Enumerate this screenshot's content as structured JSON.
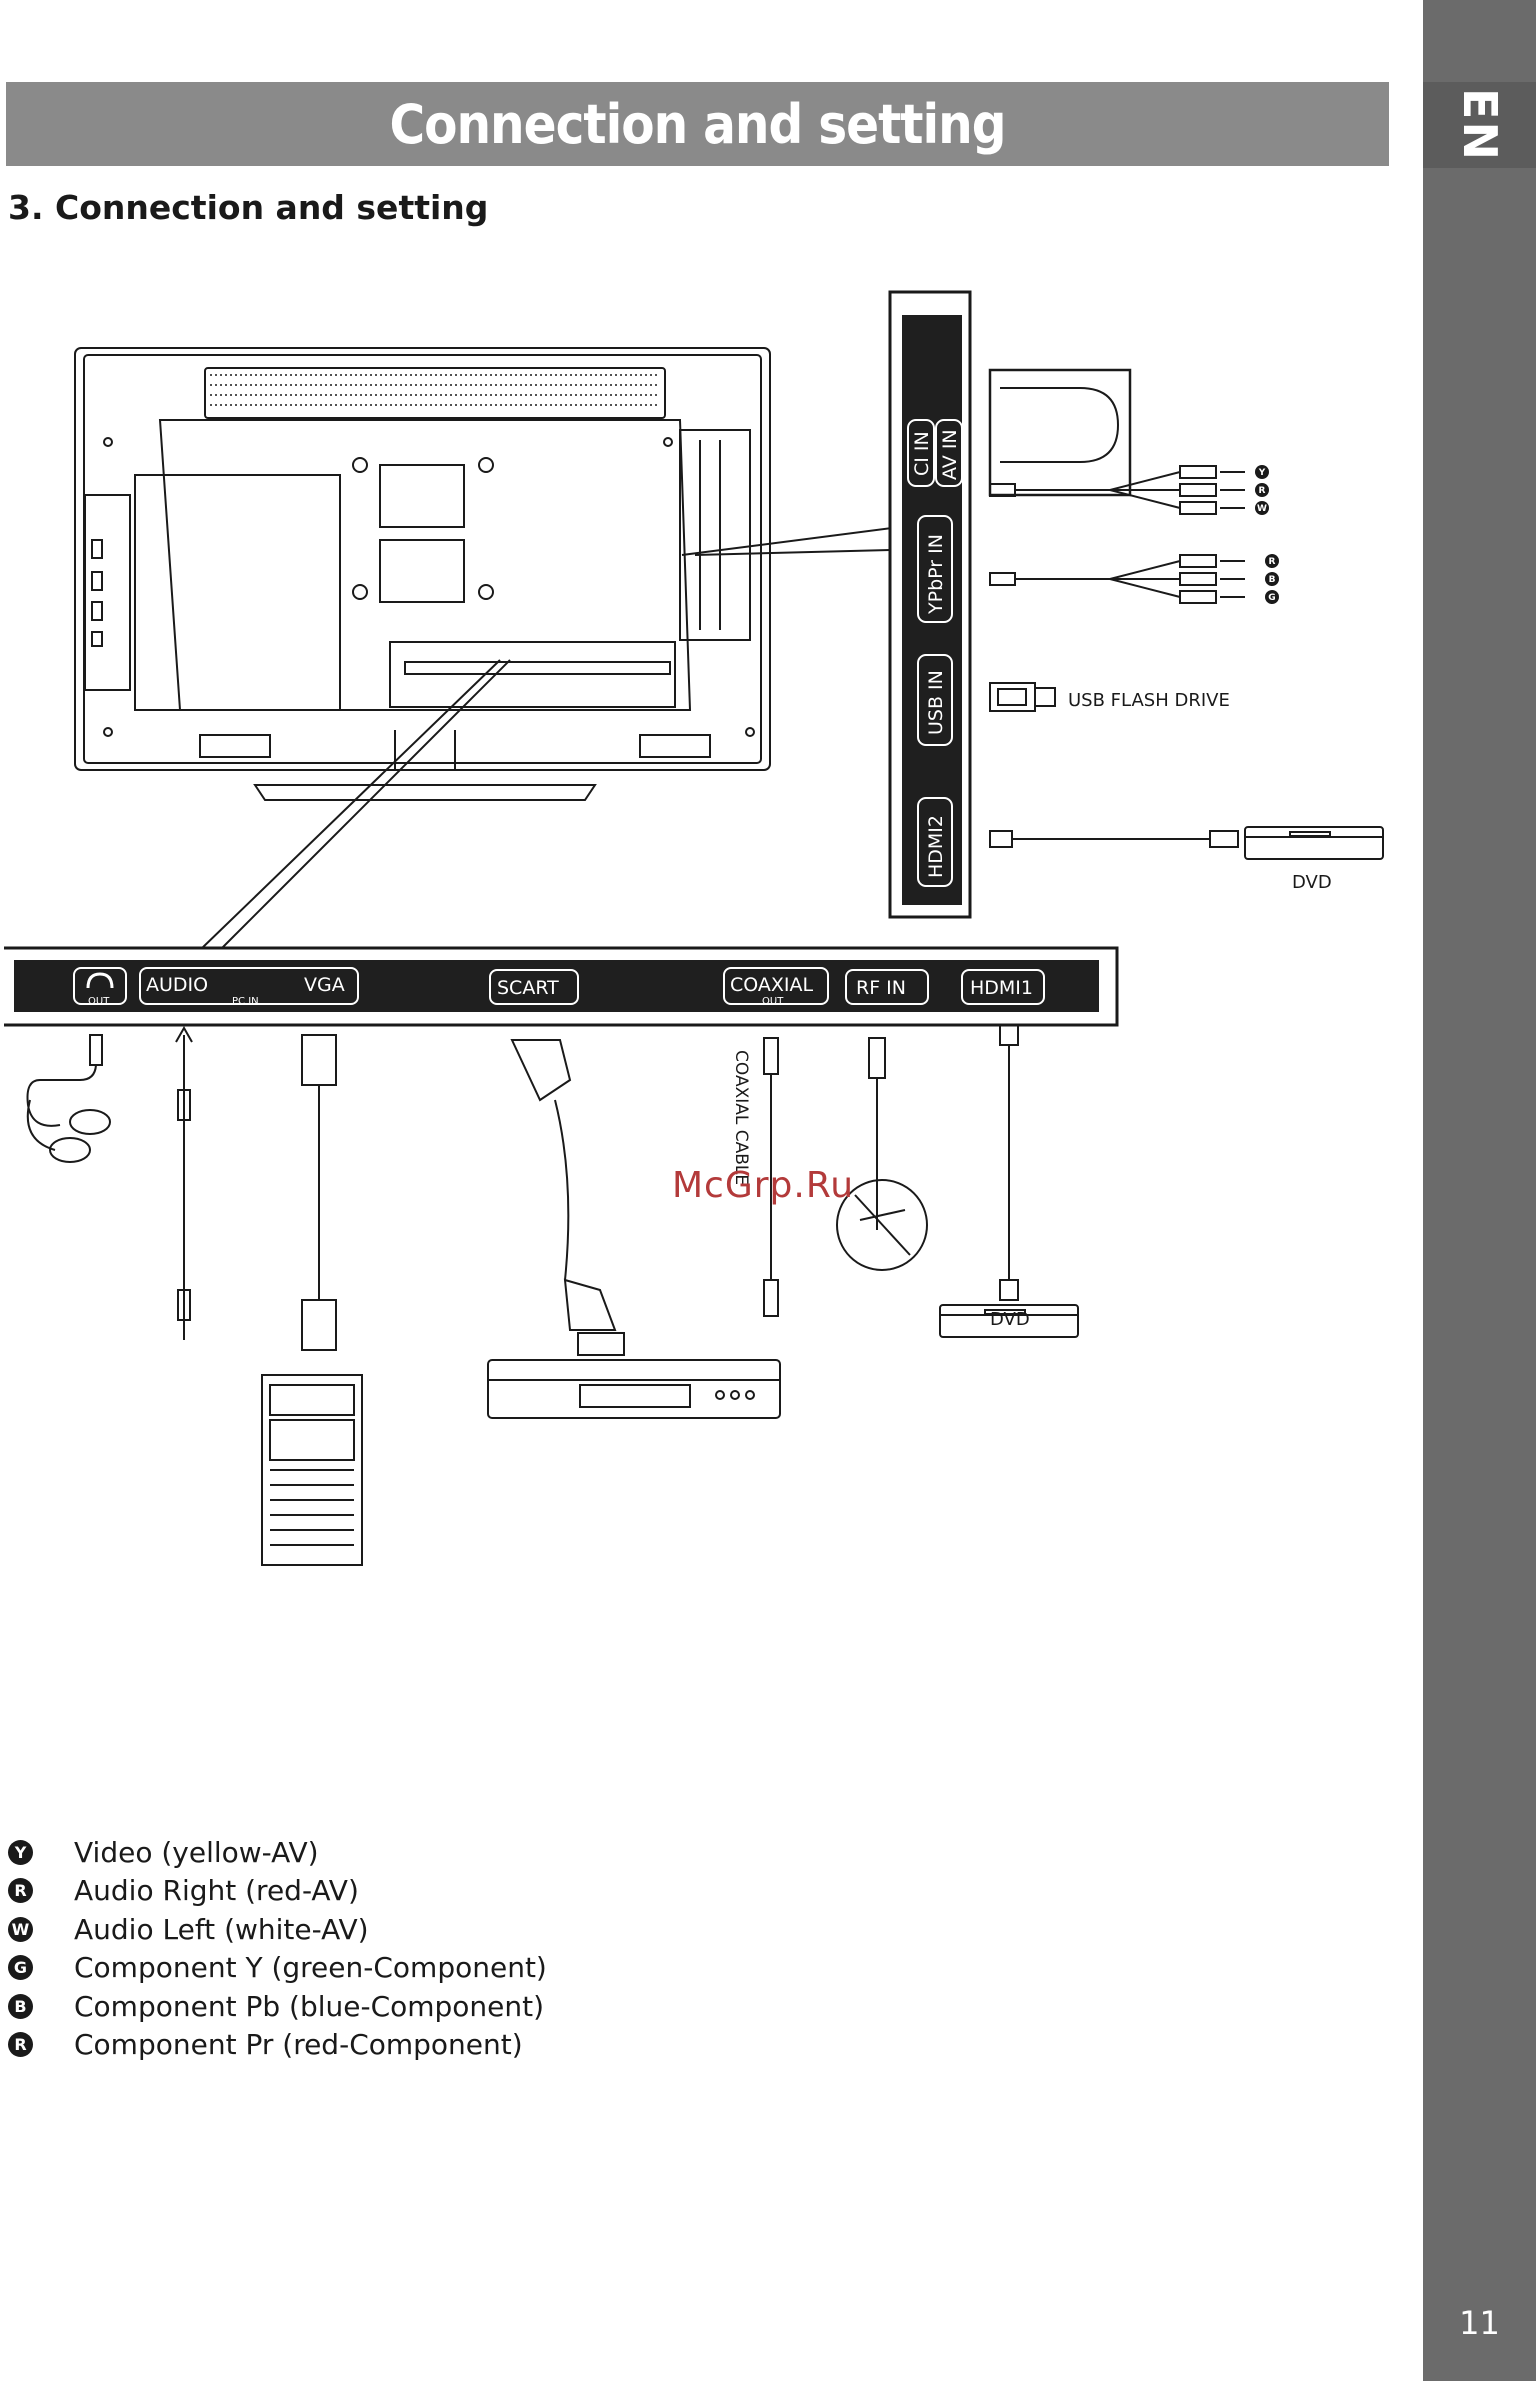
{
  "header": {
    "title": "Connection and setting"
  },
  "section": {
    "title": "3. Connection and setting"
  },
  "sidebar": {
    "language": "EN",
    "page_number": "11"
  },
  "side_panel": {
    "labels": [
      "CI IN",
      "AV IN",
      "YPbPr IN",
      "USB IN",
      "HDMI2"
    ],
    "usb_device": "USB FLASH DRIVE",
    "dvd_label": "DVD",
    "av_letters": [
      "Y",
      "R",
      "W"
    ],
    "component_letters": [
      "R",
      "B",
      "G"
    ]
  },
  "bottom_panel": {
    "audio": "AUDIO",
    "vga": "VGA",
    "pc_in": "PC IN",
    "out": "OUT",
    "scart": "SCART",
    "coaxial": "COAXIAL",
    "coaxial_out": "OUT",
    "rf_in": "RF IN",
    "hdmi1": "HDMI1",
    "coaxial_cable": "COAXIAL CABLE",
    "dvd_label": "DVD"
  },
  "watermark": "McGrp.Ru",
  "legend": [
    {
      "letter": "Y",
      "text": "Video (yellow-AV)"
    },
    {
      "letter": "R",
      "text": "Audio Right (red-AV)"
    },
    {
      "letter": "W",
      "text": "Audio Left (white-AV)"
    },
    {
      "letter": "G",
      "text": "Component Y (green-Component)"
    },
    {
      "letter": "B",
      "text": "Component Pb (blue-Component)"
    },
    {
      "letter": "R",
      "text": "Component Pr (red-Component)"
    }
  ]
}
